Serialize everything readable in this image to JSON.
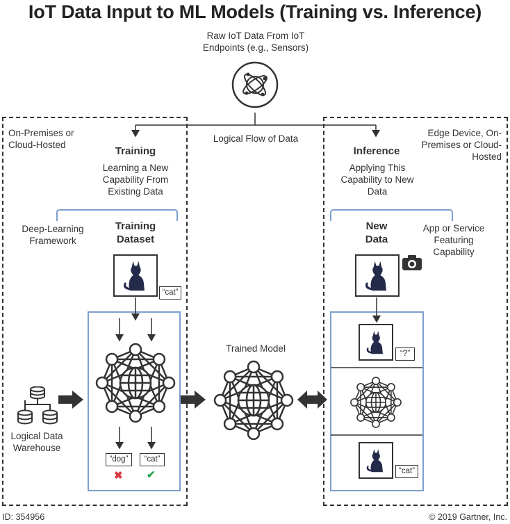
{
  "title": "IoT Data Input to ML Models (Training vs. Inference)",
  "source": {
    "label": "Raw IoT Data From IoT Endpoints (e.g., Sensors)"
  },
  "flow_label": "Logical Flow of Data",
  "training_zone": {
    "location": "On-Premises or Cloud-Hosted",
    "heading": "Training",
    "description": "Learning a New Capability From Existing Data",
    "framework": "Deep-Learning Framework",
    "dataset_title": "Training Dataset",
    "image_tag": "“cat”",
    "outputs": [
      {
        "label": "“dog”",
        "result": "incorrect",
        "mark": "✖"
      },
      {
        "label": "“cat”",
        "result": "correct",
        "mark": "✔"
      }
    ]
  },
  "warehouse_label": "Logical Data Warehouse",
  "trained_model_label": "Trained Model",
  "inference_zone": {
    "location": "Edge Device, On-Premises or Cloud-Hosted",
    "heading": "Inference",
    "description": "Applying This Capability to New Data",
    "new_data_title": "New Data",
    "app_label": "App or Service Featuring Capability",
    "query_tag": "“?”",
    "result_tag": "“cat”"
  },
  "footer": {
    "id": "ID: 354956",
    "copyright": "© 2019 Gartner, Inc."
  },
  "colors": {
    "text": "#333333",
    "accent_blue": "#7e9fcc",
    "navy": "#232a4a",
    "error": "#d9363e",
    "success": "#2ea44f"
  },
  "icons": [
    "globe-orbit-icon",
    "cat-icon",
    "camera-icon",
    "database-icon",
    "neural-network-icon",
    "cross-icon",
    "check-icon"
  ]
}
